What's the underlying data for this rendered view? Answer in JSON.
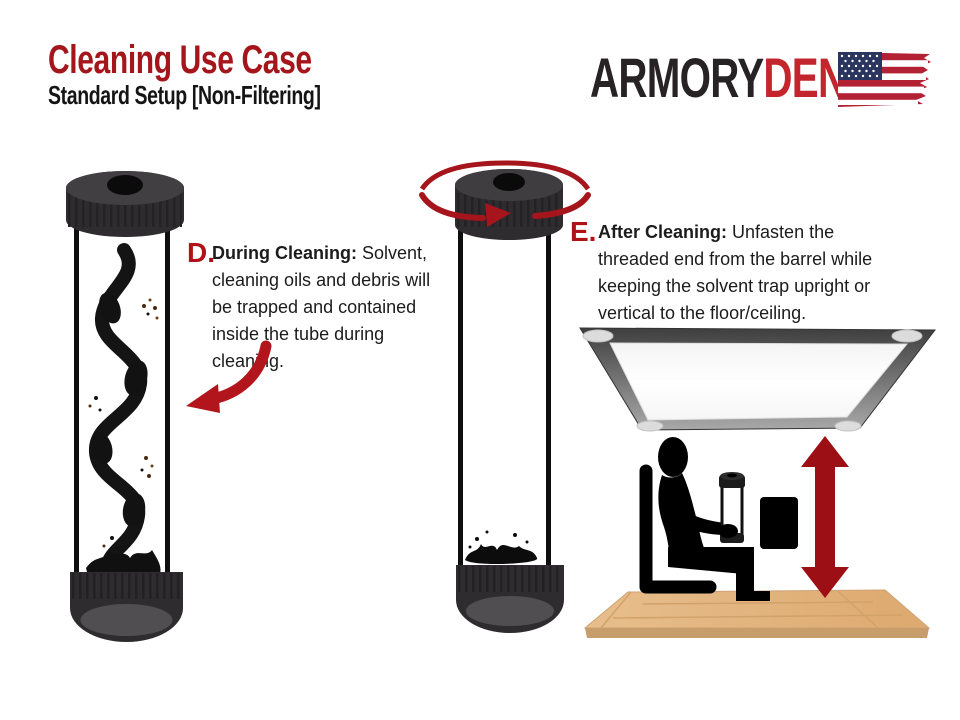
{
  "header": {
    "title": "Cleaning Use Case",
    "subtitle_bold": "Standard Setup",
    "subtitle_note": "[Non-Filtering]"
  },
  "logo": {
    "part_black": "ARMORY",
    "part_red": "DEN",
    "flag_icon": "us-flag-icon"
  },
  "steps": {
    "d": {
      "id": "D.",
      "label": "During Cleaning:",
      "body": "Solvent, cleaning oils and debris will be trapped and contained inside the tube during cleaning."
    },
    "e": {
      "id": "E.",
      "label": "After Cleaning:",
      "body": "Unfasten the threaded end from the barrel while keeping the solvent trap upright or vertical to the floor/ceiling."
    }
  },
  "icons": {
    "flag": "us-flag-icon",
    "rotation": "rotation-arrow-icon",
    "curved_pointer": "curved-arrow-icon",
    "vertical_double_arrow": "vertical-double-arrow-icon"
  },
  "illustrations": {
    "left_tube": "solvent-trap-tube-during-cleaning",
    "middle_tube": "solvent-trap-tube-after-cleaning",
    "scene": "seated-person-holding-trap-between-floor-and-ceiling"
  },
  "colors": {
    "title_red": "#A4161B",
    "step_red": "#B01218",
    "logo_black": "#272324",
    "logo_red": "#C3262C",
    "text_black": "#1C1C1C",
    "arrow_red": "#B2151C",
    "rotation_red": "#A5151B",
    "double_arrow_red": "#9C1015",
    "cap_dark": "#2E2C2E",
    "cap_top": "#413F41",
    "flag_blue": "#2A3560",
    "flag_red": "#B22234",
    "wood_light": "#E7BE8C",
    "wood_dark": "#C79D6B"
  }
}
